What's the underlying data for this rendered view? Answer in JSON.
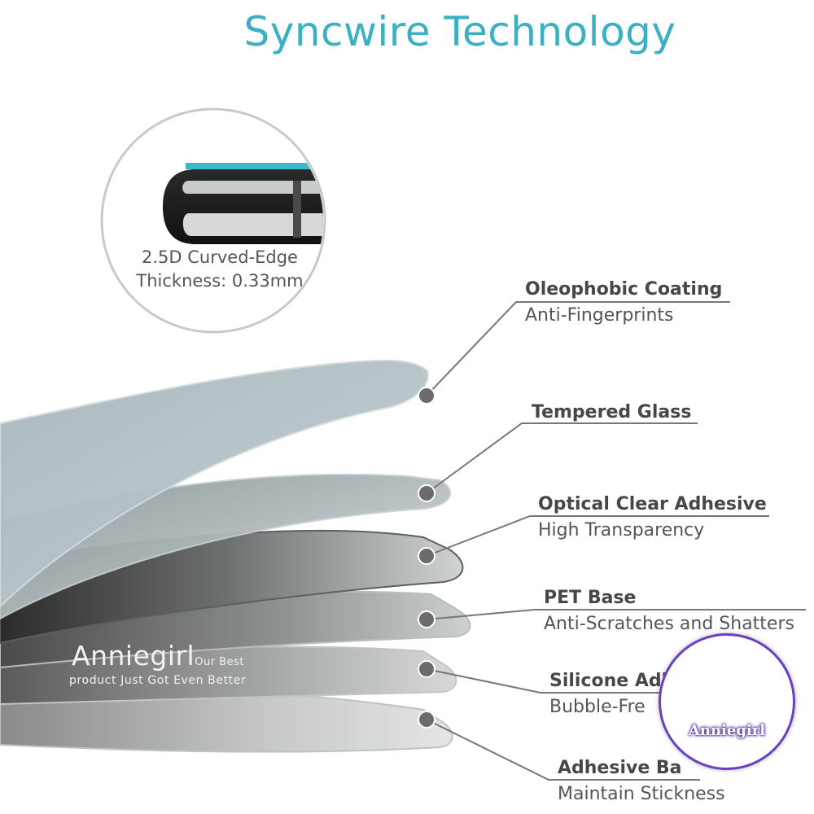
{
  "title": "Syncwire Technology",
  "circle_callout": {
    "line1": "2.5D Curved-Edge",
    "line2": "Thickness: 0.33mm"
  },
  "layers": [
    {
      "name": "Oleophobic Coating",
      "desc": "Anti-Fingerprints"
    },
    {
      "name": "Tempered Glass",
      "desc": ""
    },
    {
      "name": "Optical Clear Adhesive",
      "desc": "High Transparency"
    },
    {
      "name": "PET Base",
      "desc": "Anti-Scratches and Shatters"
    },
    {
      "name": "Silicone Adh",
      "desc": "Bubble-Fre"
    },
    {
      "name": "Adhesive Ba",
      "desc": "Maintain Stickness"
    }
  ],
  "watermark": {
    "name": "Anniegirl",
    "small": "Our Best",
    "tagline": "product Just Got Even Better"
  },
  "badge": {
    "label": "Anniegirl"
  },
  "colors": {
    "accent": "#3bb0c4",
    "leader": "#777777",
    "dot": "#6b6b6b",
    "badge_border": "#6a3fc4"
  },
  "icons": {
    "badge": "cartoon-girl-icon"
  }
}
